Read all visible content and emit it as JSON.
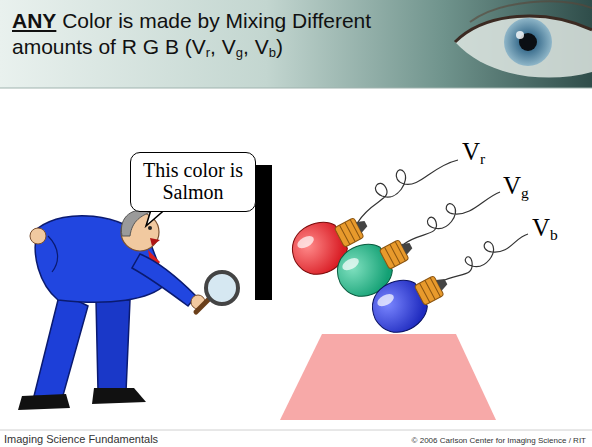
{
  "diagram": {
    "title": "ANY Color is made by Mixing Different amounts of R G B (Vr, Vg, Vb)",
    "nodes": [
      {
        "text": [
          "This color is Salmon"
        ]
      }
    ],
    "labels": [
      "Vr",
      "Vg",
      "Vb",
      "Imaging Science Fundamentals",
      "© 2006 Carlson Center for Imaging Science / RIT"
    ]
  }
}
